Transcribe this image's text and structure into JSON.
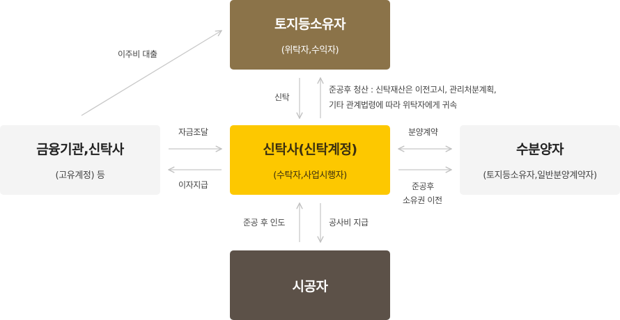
{
  "nodes": {
    "owner": {
      "title": "토지등소유자",
      "sub": "(위탁자,수익자)"
    },
    "trust": {
      "title": "신탁사(신탁계정)",
      "sub": "(수탁자,사업시행자)"
    },
    "contractor": {
      "title": "시공자"
    },
    "finance": {
      "title": "금융기관,신탁사",
      "sub": "(고유계정) 등"
    },
    "buyer": {
      "title": "수분양자",
      "sub": "(토지등소유자,일반분양계약자)"
    }
  },
  "edges": {
    "relocation_loan": "이주비 대출",
    "trust_transfer": "신탁",
    "settlement_line1": "준공후 청산 : 신탁재산은 이전고시, 관리처분계획,",
    "settlement_line2": "기타 관계법령에 따라 위탁자에게 귀속",
    "funding": "자금조달",
    "interest_payment": "이자지급",
    "sales_contract": "분양계약",
    "ownership_transfer_line1": "준공후",
    "ownership_transfer_line2": "소유권 이전",
    "handover": "준공 후 인도",
    "construction_payment": "공사비 지급"
  },
  "colors": {
    "owner": "#8b7349",
    "trust": "#fdc800",
    "contractor": "#5c5148",
    "side_boxes": "#f4f4f4",
    "arrow": "#c8c8c8"
  }
}
